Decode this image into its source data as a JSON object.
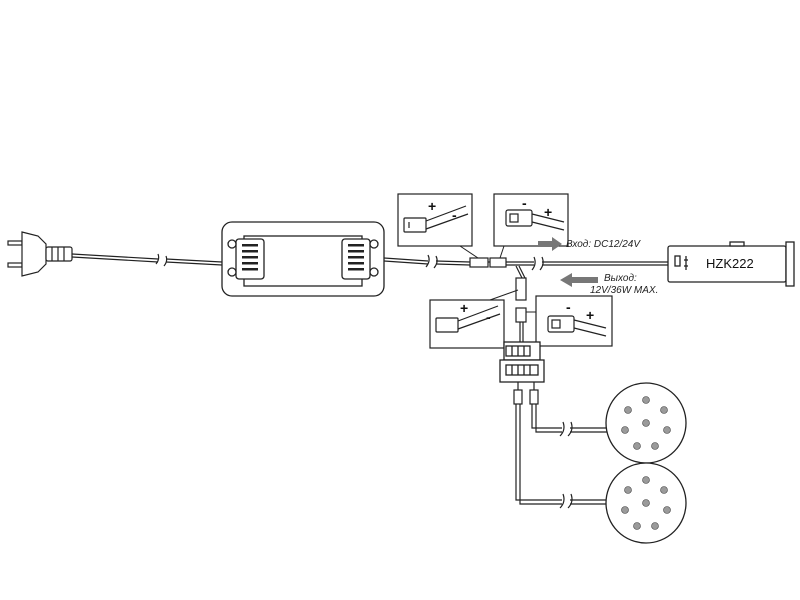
{
  "labels": {
    "input": "Вход: DC12/24V",
    "output_line1": "Выход:",
    "output_line2": "12V/36W MAX.",
    "device_name": "HZK222",
    "plus": "+",
    "minus": "-"
  },
  "colors": {
    "line": "#222222",
    "arrow": "#777777",
    "led_dot": "#9a9a9a"
  }
}
